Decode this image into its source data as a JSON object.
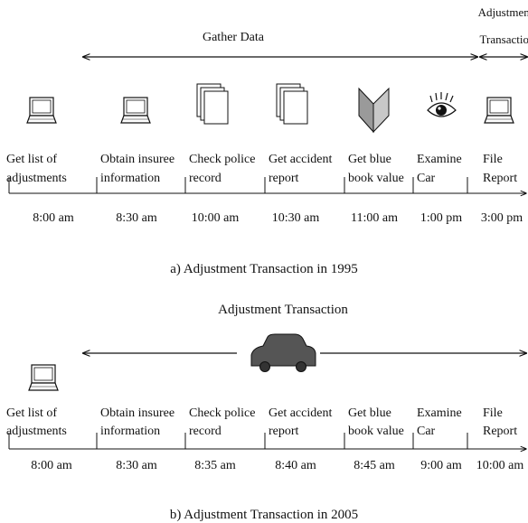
{
  "panel_a": {
    "gather_label": "Gather Data",
    "adjustment_label_line1": "Adjustment",
    "adjustment_label_line2": "Transaction",
    "steps": [
      {
        "line1": "Get list of",
        "line2": "adjustments",
        "time": "8:00 am",
        "icon": "laptop-icon"
      },
      {
        "line1": "Obtain insuree",
        "line2": "information",
        "time": "8:30 am",
        "icon": "laptop-icon"
      },
      {
        "line1": "Check police",
        "line2": "record",
        "time": "10:00 am",
        "icon": "document-stack-icon"
      },
      {
        "line1": "Get accident",
        "line2": "report",
        "time": "10:30 am",
        "icon": "document-stack-icon"
      },
      {
        "line1": "Get blue",
        "line2": "book value",
        "time": "11:00 am",
        "icon": "open-book-icon"
      },
      {
        "line1": "Examine",
        "line2": "Car",
        "time": "1:00 pm",
        "icon": "eye-icon"
      },
      {
        "line1": "File",
        "line2": "Report",
        "time": "3:00 pm",
        "icon": "laptop-icon"
      }
    ],
    "caption": "a) Adjustment Transaction in 1995"
  },
  "panel_b": {
    "title": "Adjustment Transaction",
    "steps": [
      {
        "line1": "Get list of",
        "line2": "adjustments",
        "time": "8:00 am"
      },
      {
        "line1": "Obtain insuree",
        "line2": "information",
        "time": "8:30 am"
      },
      {
        "line1": "Check police",
        "line2": "record",
        "time": "8:35 am"
      },
      {
        "line1": "Get accident",
        "line2": "report",
        "time": "8:40 am"
      },
      {
        "line1": "Get blue",
        "line2": "book value",
        "time": "8:45 am"
      },
      {
        "line1": "Examine",
        "line2": "Car",
        "time": "9:00 am"
      },
      {
        "line1": "File",
        "line2": "Report",
        "time": "10:00 am"
      }
    ],
    "icons": [
      "laptop-icon",
      "car-icon"
    ],
    "caption": "b) Adjustment Transaction in 2005"
  }
}
